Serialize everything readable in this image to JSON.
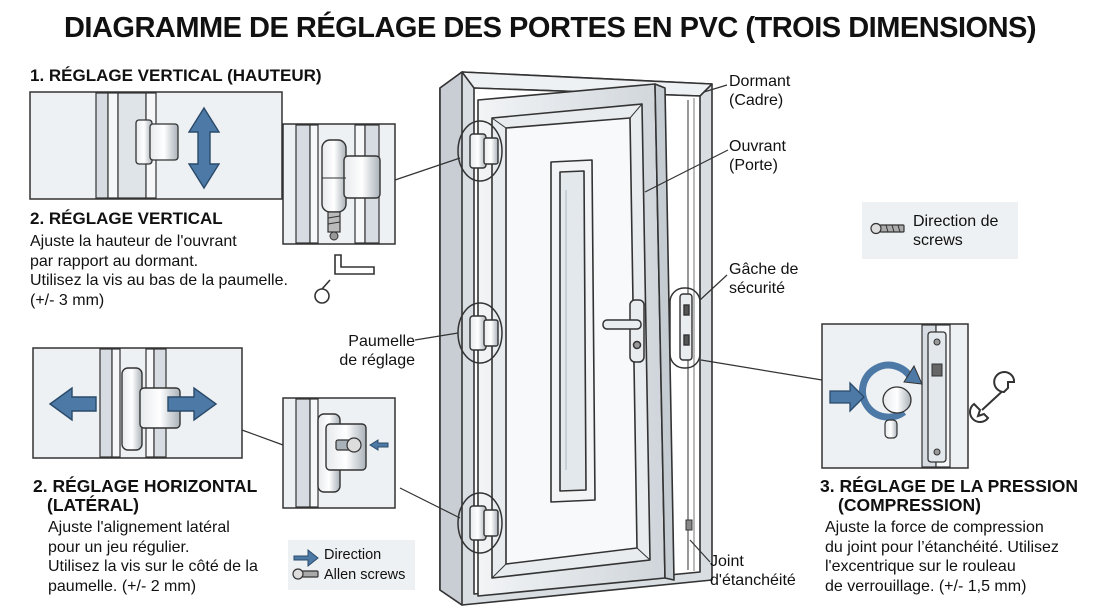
{
  "title": "DIAGRAMME DE RÉGLAGE DES PORTES EN PVC (TROIS DIMENSIONS)",
  "section1": {
    "heading": "1. RÉGLAGE VERTICAL (HAUTEUR)"
  },
  "section2": {
    "heading": "2. RÉGLAGE VERTICAL",
    "lines": [
      "Ajuste la hauteur de l'ouvrant",
      "par rapport au dormant.",
      "Utilisez la vis au bas de la paumelle.",
      "(+/- 3 mm)"
    ]
  },
  "section3": {
    "heading_line1": "2. RÉGLAGE HORIZONTAL",
    "heading_line2": "(LATÉRAL)",
    "lines": [
      "Ajuste l'alignement latéral",
      "pour un jeu régulier.",
      "Utilisez la vis sur le côté de la",
      "paumelle. (+/- 2 mm)"
    ]
  },
  "section4": {
    "heading_line1": "3. RÉGLAGE DE LA PRESSION",
    "heading_line2": "(COMPRESSION)",
    "lines": [
      "Ajuste la force de compression",
      "du joint pour l’étanchéité. Utilisez",
      "l'excentrique sur le rouleau",
      "de verrouillage. (+/- 1,5 mm)"
    ]
  },
  "labels": {
    "dormant": [
      "Dormant",
      "(Cadre)"
    ],
    "ouvrant": [
      "Ouvrant",
      "(Porte)"
    ],
    "gache": [
      "Gâche de",
      "sécurité"
    ],
    "paumelle": [
      "Paumelle",
      "de réglage"
    ],
    "joint": [
      "Joint",
      "d'étanchéité"
    ]
  },
  "legend_left": {
    "direction": "Direction",
    "screws": "Allen screws"
  },
  "legend_right": {
    "line1": "Direction de",
    "line2": "screws"
  },
  "colors": {
    "arrow_blue": "#4d79a6",
    "panel_bg": "#eef1f3",
    "frame_gray": "#d9dee2",
    "line": "#333333"
  },
  "icons": [
    "arrow-up-down-icon",
    "arrow-left-right-icon",
    "arrow-right-icon",
    "rotation-arrow-icon",
    "allen-key-icon",
    "wrench-icon",
    "screw-icon",
    "hinge-icon",
    "door-handle-icon"
  ]
}
